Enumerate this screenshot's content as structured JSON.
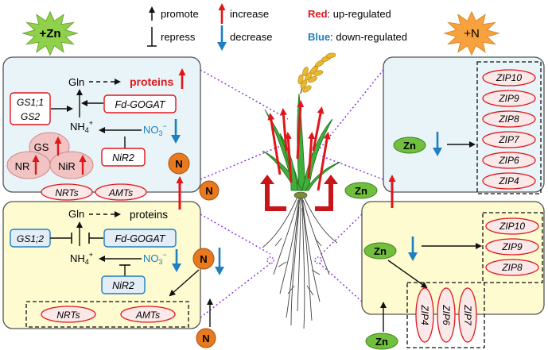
{
  "colors": {
    "up": "#e0161b",
    "down": "#1e7fc1",
    "top_panel_fill": "#e9f4f8",
    "bottom_panel_fill": "#fdfbcf",
    "n_circle": "#e8791f",
    "zn_ellipse": "#71bf3e",
    "star_green": "#8fd14a",
    "star_orange": "#f7a23e",
    "gene_fill": "#fbe8e8",
    "enzyme_fill": "#f2c3c3"
  },
  "legend": {
    "promote": "promote",
    "repress": "repress",
    "increase": "increase",
    "decrease": "decrease",
    "red_key": "Red",
    "red_desc": ": up-regulated",
    "blue_key": "Blue",
    "blue_desc": ": down-regulated"
  },
  "badges": {
    "zn": "+Zn",
    "n": "+N"
  },
  "left_top": {
    "gln": "Gln",
    "proteins": "proteins",
    "gs1_1": "GS1;1",
    "gs2": "GS2",
    "fd_gogat": "Fd-GOGAT",
    "nh4": "NH",
    "nh4_sub": "4",
    "nh4_sup": "+",
    "no3": "NO",
    "no3_sub": "3",
    "no3_sup": "−",
    "gs": "GS",
    "nr": "NR",
    "nir": "NiR",
    "nir2": "NiR2",
    "n": "N"
  },
  "transporters_top": {
    "nrts": "NRTs",
    "amts": "AMTs",
    "n": "N"
  },
  "left_bottom": {
    "gln": "Gln",
    "proteins": "proteins",
    "gs1_2": "GS1;2",
    "fd_gogat": "Fd-GOGAT",
    "nh4": "NH",
    "nh4_sub": "4",
    "nh4_sup": "+",
    "no3": "NO",
    "no3_sub": "3",
    "no3_sup": "−",
    "nir2": "NiR2",
    "n": "N",
    "nrts": "NRTs",
    "amts": "AMTs",
    "n_bottom": "N"
  },
  "right_top": {
    "zn": "Zn",
    "genes": [
      "ZIP10",
      "ZIP9",
      "ZIP8",
      "ZIP7",
      "ZIP6",
      "ZIP4"
    ],
    "zn_outside": "Zn"
  },
  "right_bottom": {
    "zn": "Zn",
    "genes": [
      "ZIP10",
      "ZIP9",
      "ZIP8"
    ],
    "rotated_genes": [
      "ZIP4",
      "ZIP6",
      "ZIP7"
    ],
    "zn_bottom": "Zn"
  }
}
